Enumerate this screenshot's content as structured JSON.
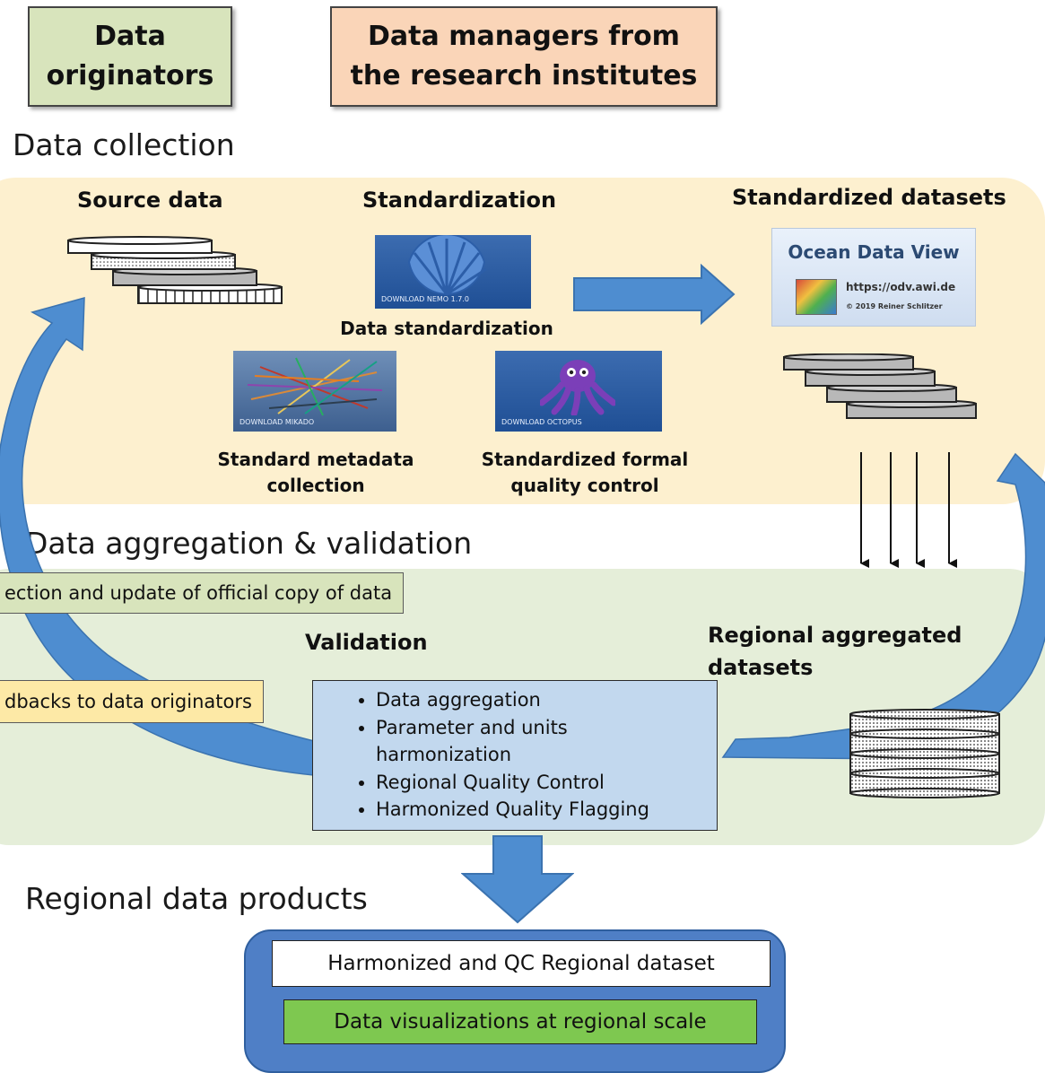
{
  "roles": {
    "originators": "Data originators",
    "managers": "Data managers from the research institutes"
  },
  "sections": {
    "collection": "Data collection",
    "aggregation": "Data aggregation & validation",
    "products": "Regional data products"
  },
  "collection": {
    "source_header": "Source data",
    "standardization_header": "Standardization",
    "standardized_header": "Standardized datasets",
    "nemo_label": "DOWNLOAD NEMO 1.7.0",
    "nemo_caption": "Data standardization",
    "mikado_label": "DOWNLOAD MIKADO",
    "mikado_caption": "Standard metadata collection",
    "octopus_label": "DOWNLOAD OCTOPUS",
    "octopus_caption": "Standardized formal quality control",
    "odv_title": "Ocean Data View",
    "odv_url": "https://odv.awi.de",
    "odv_copyright": "© 2019 Reiner Schlitzer"
  },
  "aggregation": {
    "correction_tag": "ection and update of official copy of data",
    "feedback_tag": "dbacks to data originators",
    "validation_header": "Validation",
    "regional_header": "Regional aggregated datasets",
    "steps": [
      "Data aggregation",
      "Parameter and units harmonization",
      "Regional Quality Control",
      "Harmonized Quality Flagging"
    ]
  },
  "products": {
    "dataset": "Harmonized and QC Regional dataset",
    "visualizations": "Data visualizations at regional scale"
  },
  "colors": {
    "originators_fill": "#d8e4bc",
    "managers_fill": "#fad5b8",
    "collection_panel": "#fdf0cf",
    "aggregation_panel": "#e5eed9",
    "arrow_blue": "#4e8dd0",
    "validation_fill": "#c2d8ee",
    "product_fill": "#4f7fc6",
    "viz_fill": "#7ec850"
  }
}
